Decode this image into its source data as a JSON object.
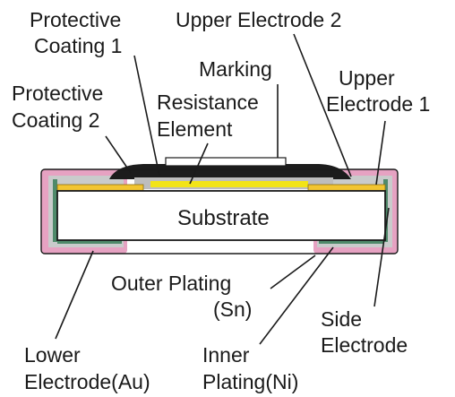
{
  "diagram": {
    "labels": {
      "protective_coating_1": [
        "Protective",
        "Coating 1"
      ],
      "upper_electrode_2": "Upper Electrode 2",
      "marking": "Marking",
      "upper_electrode_1": [
        "Upper",
        "Electrode 1"
      ],
      "protective_coating_2": [
        "Protective",
        "Coating 2"
      ],
      "resistance_element": [
        "Resistance",
        "Element"
      ],
      "substrate": "Substrate",
      "outer_plating": [
        "Outer Plating",
        "(Sn)"
      ],
      "side_electrode": [
        "Side",
        "Electrode"
      ],
      "lower_electrode": [
        "Lower",
        "Electrode(Au)"
      ],
      "inner_plating": [
        "Inner",
        "Plating(Ni)"
      ]
    },
    "colors": {
      "protective_coating_1": "#1c1c1c",
      "protective_coating_2": "#bdbdbd",
      "resistance_element": "#f2e418",
      "upper_electrode": "#f2c531",
      "substrate": "#ffffff",
      "outer_plating": "#e6a2c2",
      "inner_plating": "#bfc0c0",
      "side_electrode": "#4f8a6a",
      "outline": "#1a1a1a"
    }
  }
}
